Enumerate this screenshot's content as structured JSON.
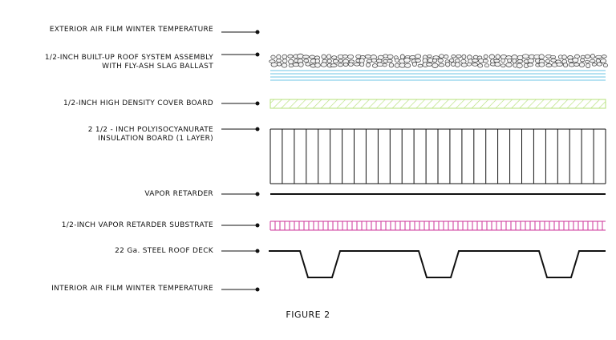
{
  "layers": [
    {
      "id": "exterior_air_film",
      "label_lines": [
        "EXTERIOR AIR FILM WINTER TEMPERATURE"
      ]
    },
    {
      "id": "roof_system",
      "label_lines": [
        "1/2-INCH BUILT-UP ROOF SYSTEM ASSEMBLY",
        "WITH FLY-ASH SLAG BALLAST"
      ]
    },
    {
      "id": "cover_board",
      "label_lines": [
        "1/2-INCH HIGH DENSITY COVER BOARD"
      ]
    },
    {
      "id": "insulation",
      "label_lines": [
        "2 1/2 - INCH POLYISOCYANURATE",
        "INSULATION BOARD (1 LAYER)"
      ]
    },
    {
      "id": "vapor_retarder",
      "label_lines": [
        "VAPOR RETARDER"
      ]
    },
    {
      "id": "vapor_retarder_substrate",
      "label_lines": [
        "1/2-INCH VAPOR RETARDER SUBSTRATE"
      ]
    },
    {
      "id": "steel_deck",
      "label_lines": [
        "22 Ga. STEEL ROOF DECK"
      ]
    },
    {
      "id": "interior_air_film",
      "label_lines": [
        "INTERIOR AIR FILM WINTER TEMPERATURE"
      ]
    }
  ],
  "colors": {
    "ink": "#111111",
    "membrane": "#6ec6e6",
    "cover_board": "#b6e07a",
    "substrate": "#cc3399"
  },
  "caption": "FIGURE 2"
}
